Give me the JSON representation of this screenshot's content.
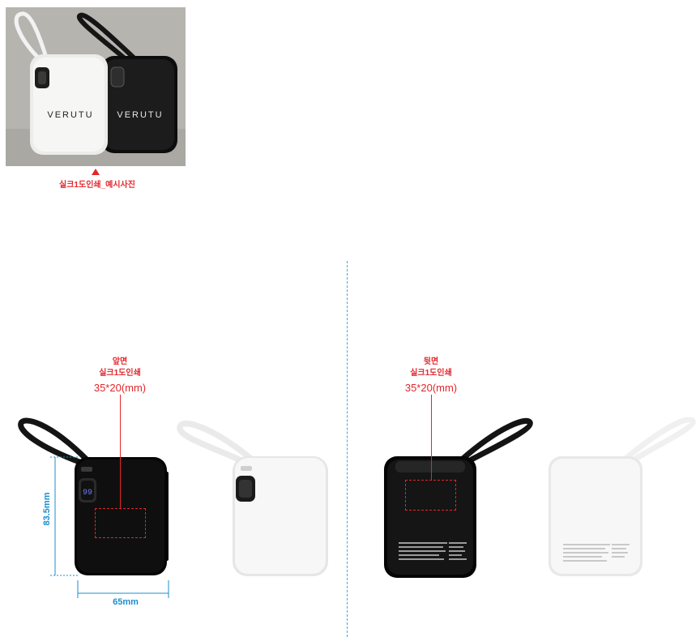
{
  "sample_photo": {
    "brand_left": "VERUTU",
    "brand_right": "VERUTU",
    "caption": "실크1도인쇄_예시사진"
  },
  "front": {
    "side_label": "앞면",
    "method_label": "실크1도인쇄",
    "size_label": "35*20(mm)",
    "height_dim": "83.5mm",
    "width_dim": "65mm",
    "display_reading": "99"
  },
  "back": {
    "side_label": "뒷면",
    "method_label": "실크1도인쇄",
    "size_label": "35*20(mm)"
  },
  "colors": {
    "accent_red": "#e3262b",
    "dimension_blue": "#1a8fcf"
  }
}
